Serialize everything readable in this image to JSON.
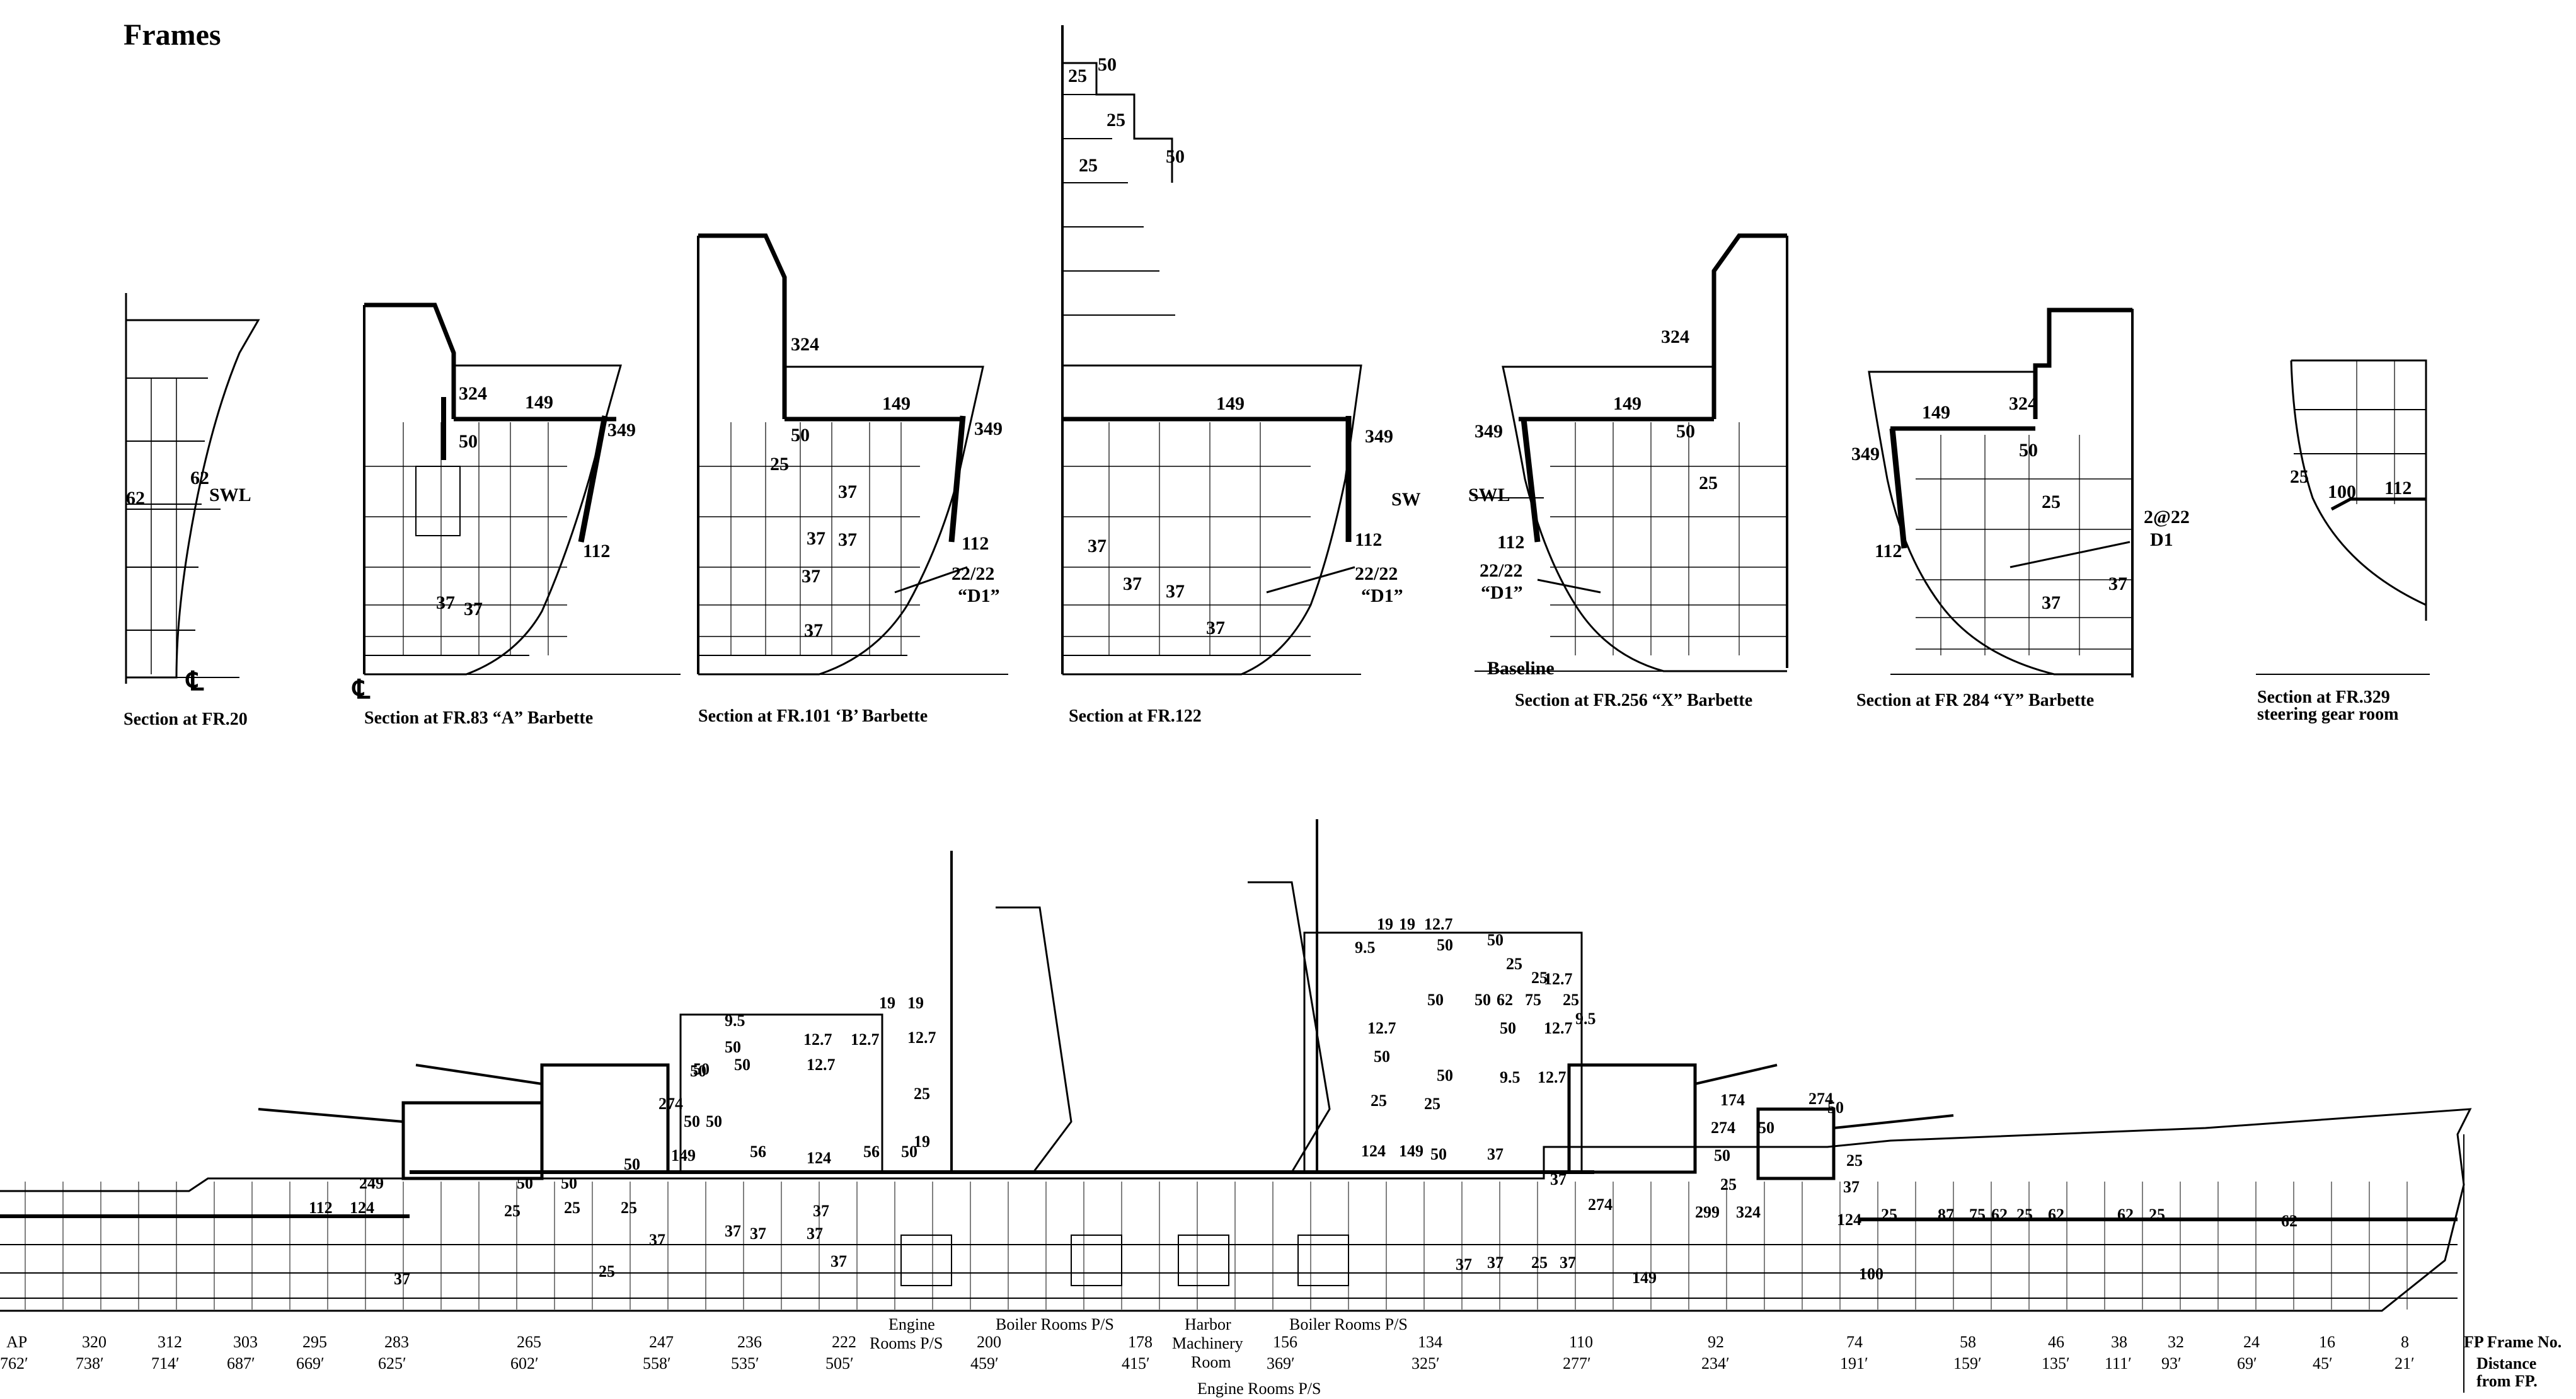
{
  "title": "Frames",
  "sections": [
    {
      "caption": "Section at FR.20",
      "labels": [
        "62",
        "62",
        "SWL",
        "℄"
      ]
    },
    {
      "caption": "Section at FR.83 “A” Barbette",
      "labels": [
        "324",
        "149",
        "349",
        "50",
        "112",
        "37",
        "37",
        "℄"
      ]
    },
    {
      "caption": "Section at FR.101 ‘B’ Barbette",
      "labels": [
        "324",
        "149",
        "50",
        "349",
        "25",
        "37",
        "37",
        "37",
        "112",
        "22/22",
        "“D1”",
        "37",
        "37"
      ]
    },
    {
      "caption": "Section at FR.122",
      "labels": [
        "25",
        "50",
        "25",
        "25",
        "50",
        "149",
        "349",
        "SW",
        "37",
        "112",
        "22/22",
        "“D1”",
        "37",
        "37",
        "37"
      ]
    },
    {
      "caption": "Section at FR.256 “X” Barbette",
      "labels": [
        "324",
        "349",
        "149",
        "50",
        "25",
        "SWL",
        "112",
        "22/22",
        "“D1”",
        "Baseline"
      ]
    },
    {
      "caption": "Section at FR 284 “Y” Barbette",
      "labels": [
        "149",
        "324",
        "349",
        "50",
        "25",
        "2@22",
        "D1",
        "112",
        "37",
        "37"
      ]
    },
    {
      "caption": "Section at FR.329",
      "caption2": "steering gear room",
      "labels": [
        "25",
        "100",
        "112"
      ]
    }
  ],
  "profile_labels": [
    "9.5",
    "50",
    "50",
    "50",
    "12.7",
    "12.7",
    "12.7",
    "19",
    "19",
    "12.7",
    "274",
    "50",
    "50",
    "50",
    "56",
    "124",
    "56",
    "50",
    "149",
    "249",
    "124",
    "112",
    "50",
    "50",
    "50",
    "25",
    "25",
    "25",
    "25",
    "37",
    "37",
    "37",
    "37",
    "37",
    "37",
    "37",
    "25",
    "19",
    "19",
    "19",
    "12.7",
    "9.5",
    "50",
    "50",
    "25",
    "12.7",
    "50",
    "50",
    "62",
    "75",
    "25",
    "25",
    "50",
    "12.7",
    "9.5",
    "12.7",
    "50",
    "50",
    "9.5",
    "12.7",
    "25",
    "25",
    "124",
    "149",
    "50",
    "37",
    "37",
    "37",
    "37",
    "25",
    "37",
    "274",
    "149",
    "174",
    "274",
    "274",
    "50",
    "50",
    "25",
    "324",
    "299",
    "50",
    "25",
    "37",
    "124",
    "100",
    "25",
    "87",
    "75",
    "62",
    "25",
    "62",
    "62",
    "25",
    "62"
  ],
  "room_labels": {
    "engine": [
      "Engine",
      "Rooms P/S"
    ],
    "boiler1": "Boiler Rooms P/S",
    "harbor": [
      "Harbor",
      "Machinery",
      "Room"
    ],
    "boiler2": "Boiler Rooms P/S",
    "engine2": "Engine Rooms P/S"
  },
  "frames": [
    "AP",
    "320",
    "312",
    "303",
    "295",
    "283",
    "265",
    "247",
    "236",
    "222",
    "200",
    "178",
    "156",
    "134",
    "110",
    "92",
    "74",
    "58",
    "46",
    "38",
    "32",
    "24",
    "16",
    "8"
  ],
  "distances": [
    "762′",
    "738′",
    "714′",
    "687′",
    "669′",
    "625′",
    "602′",
    "558′",
    "535′",
    "505′",
    "459′",
    "415′",
    "369′",
    "325′",
    "277′",
    "234′",
    "191′",
    "159′",
    "135′",
    "111′",
    "93′",
    "69′",
    "45′",
    "21′"
  ],
  "legend": {
    "frame_no": "FP Frame No.",
    "distance": [
      "Distance",
      "from FP."
    ]
  }
}
